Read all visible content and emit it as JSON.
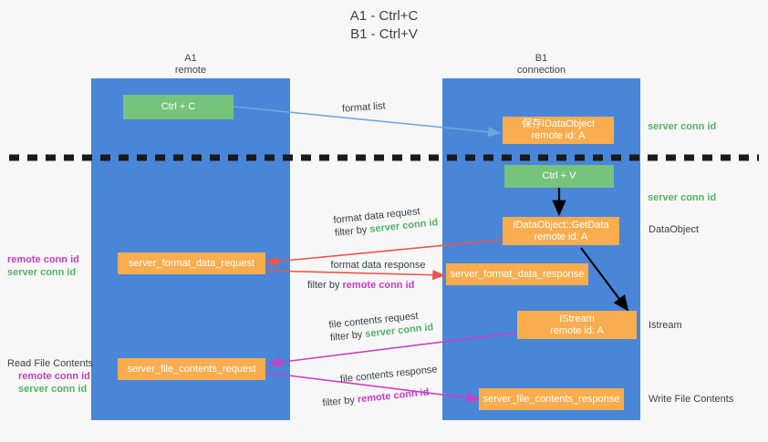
{
  "title": {
    "line1": "A1 - Ctrl+C",
    "line2": "B1 - Ctrl+V"
  },
  "colors": {
    "lane": "#4a86d8",
    "box_orange": "#f9ad4e",
    "box_green": "#76c37c",
    "server_conn_id": "#55b265",
    "remote_conn_id": "#c23fc2",
    "arrow_blue": "#6fa8dc",
    "arrow_red": "#e8574a",
    "arrow_magenta": "#cc3fc0",
    "arrow_black": "#000000",
    "divider": "#1a1a1a",
    "background": "#f7f7f7"
  },
  "lanes": [
    {
      "name": "a1",
      "title": "A1",
      "subtitle": "remote"
    },
    {
      "name": "b1",
      "title": "B1",
      "subtitle": "connection"
    }
  ],
  "boxes": {
    "ctrl_c": {
      "label": "Ctrl + C"
    },
    "save_idataobject": {
      "line1": "保存IDataObject",
      "line2": "remote id: A"
    },
    "ctrl_v": {
      "label": "Ctrl + V"
    },
    "idataobject_getdata": {
      "line1": "IDataObject::GetData",
      "line2": "remote id: A"
    },
    "format_data_request": {
      "label": "server_format_data_request"
    },
    "format_data_response": {
      "label": "server_format_data_response"
    },
    "istream": {
      "line1": "IStream",
      "line2": "remote id: A"
    },
    "file_contents_request": {
      "label": "server_file_contents_request"
    },
    "file_contents_response": {
      "label": "server_file_contents_response"
    }
  },
  "arrow_labels": {
    "format_list": {
      "text": "format list"
    },
    "format_data_request": {
      "text": "format data request",
      "filter_prefix": "filter by ",
      "filter_value": "server conn id"
    },
    "format_data_response": {
      "text": "format data response",
      "filter_prefix": "filter by ",
      "filter_value": "remote conn id"
    },
    "file_contents_request": {
      "text": "file contents request",
      "filter_prefix": "filter by ",
      "filter_value": "server conn id"
    },
    "file_contents_response": {
      "text": "file contents response",
      "filter_prefix": "filter by ",
      "filter_value": "remote conn id"
    }
  },
  "left_annotations": {
    "format_block": {
      "remote": "remote conn id",
      "server": "server conn id"
    },
    "read_file": {
      "title": "Read File Contents",
      "remote": "remote conn id",
      "server": "server conn id"
    }
  },
  "right_annotations": {
    "server_conn_top": "server conn id",
    "server_conn_second": "server conn id",
    "dataobject": "DataObject",
    "istream": "Istream",
    "write_file": "Write File Contents"
  }
}
